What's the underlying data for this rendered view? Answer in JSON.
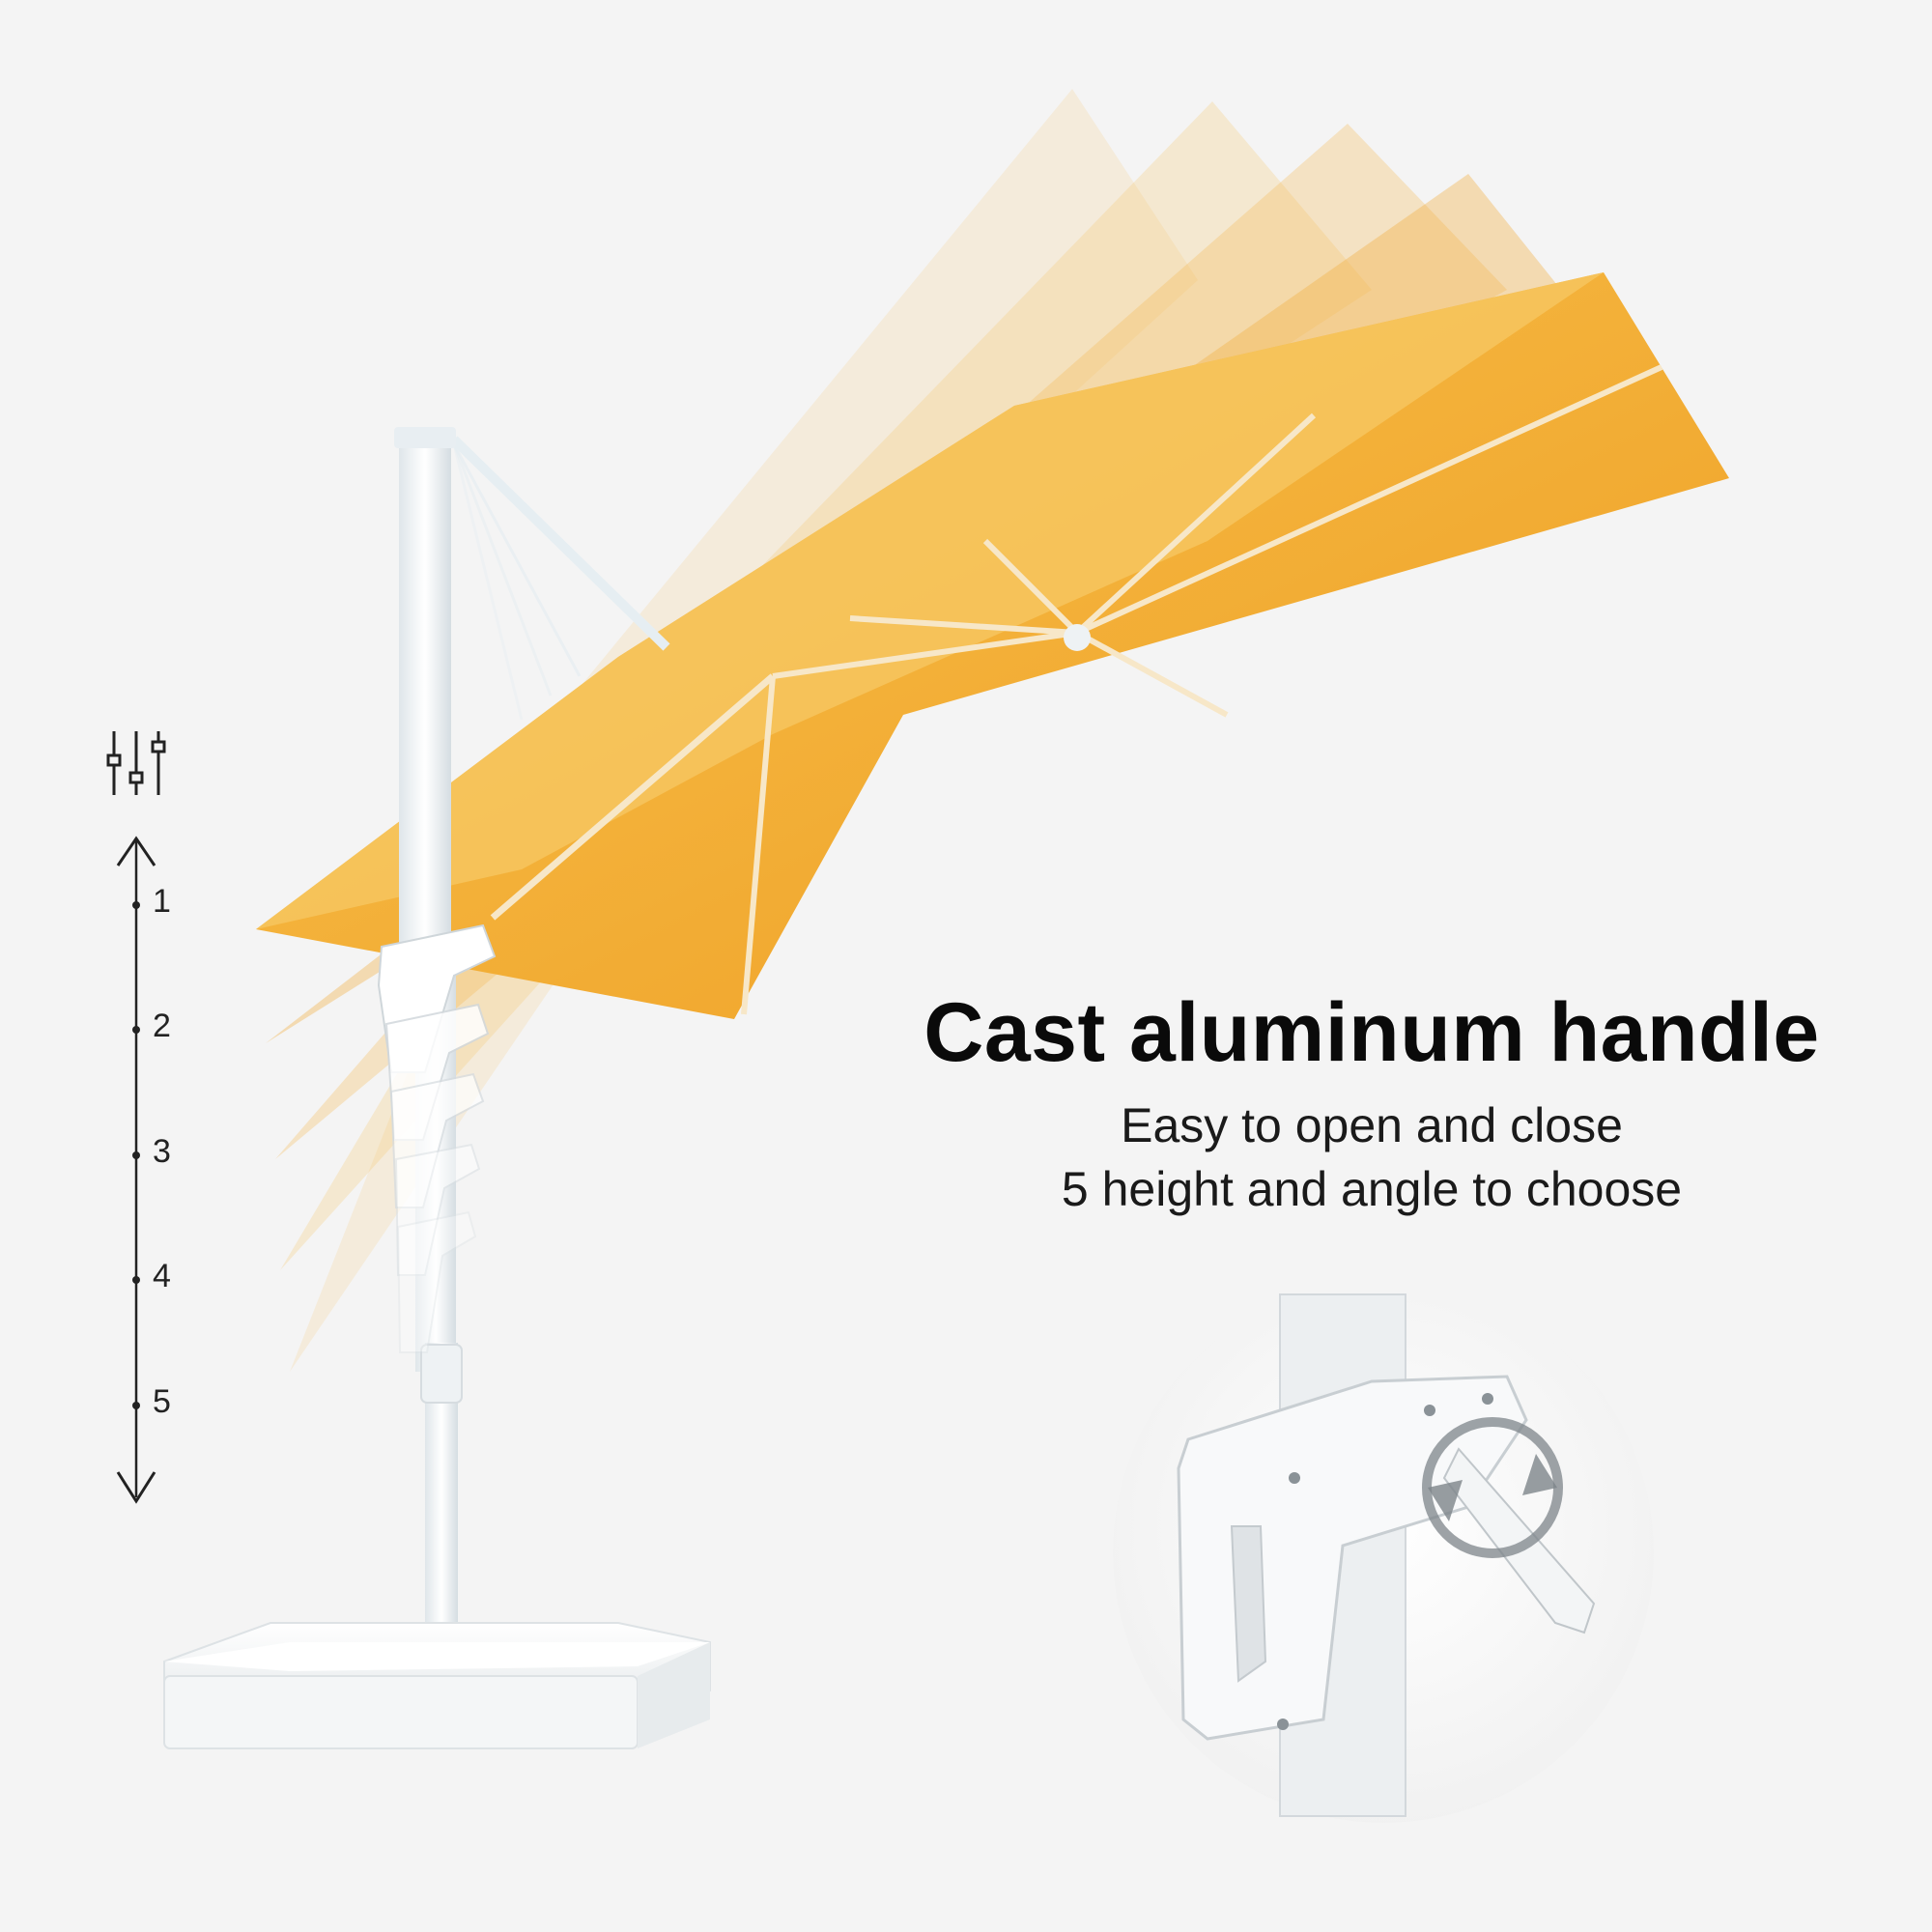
{
  "headline": "Cast aluminum handle",
  "subline_1": "Easy to open and close",
  "subline_2": "5 height and angle to choose",
  "scale": {
    "icon": "adjust-sliders-icon",
    "levels": [
      "1",
      "2",
      "3",
      "4",
      "5"
    ]
  },
  "colors": {
    "background": "#f4f4f4",
    "canopy": "#f0a22c",
    "canopy_light": "#f7c25a",
    "pole": "#f2f6f8",
    "text": "#0a0a0a"
  }
}
